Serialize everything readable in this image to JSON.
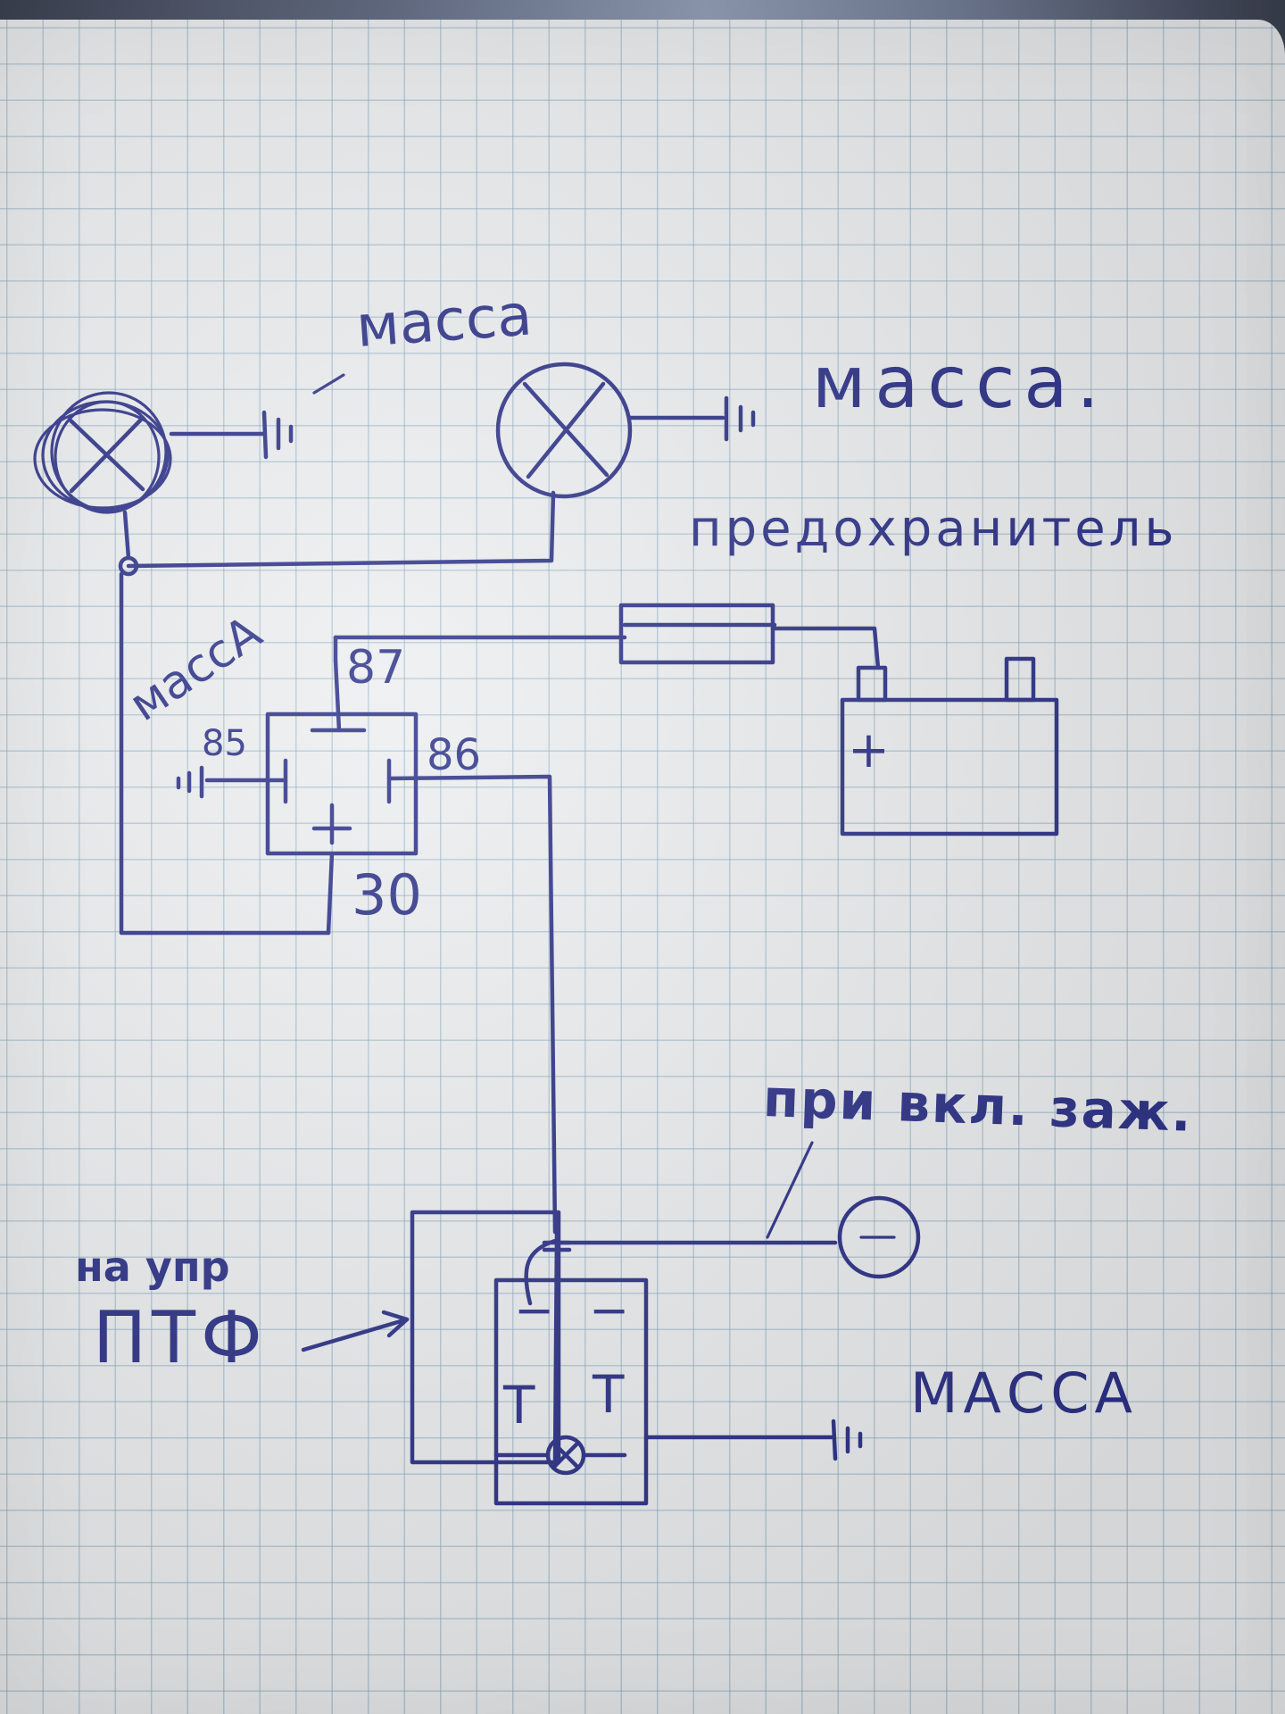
{
  "labels": {
    "ground_top_left": "масса",
    "ground_top_right": "масса.",
    "fuse": "предохранитель",
    "ground_relay": "массА",
    "pin_85": "85",
    "pin_86": "86",
    "pin_87": "87",
    "pin_30": "30",
    "battery_plus": "+",
    "ignition": "при вкл. заж.",
    "button_line1": "на упр",
    "button_line2": "ПТФ",
    "ground_bottom": "МАССА",
    "button_minus_left": "−",
    "button_minus_right": "−",
    "button_t_left": "T",
    "button_t_right": "T"
  },
  "colors": {
    "ink": "#2a2f86",
    "paper": "#eceef0",
    "grid": "#78a0b9"
  },
  "components": [
    {
      "type": "lamp",
      "name": "fog-lamp-left"
    },
    {
      "type": "lamp",
      "name": "fog-lamp-right"
    },
    {
      "type": "relay",
      "pins": [
        "85",
        "86",
        "87",
        "30"
      ]
    },
    {
      "type": "fuse",
      "label": "предохранитель"
    },
    {
      "type": "battery",
      "terminal": "+"
    },
    {
      "type": "switch",
      "label": "на упр ПТФ"
    },
    {
      "type": "ignition-terminal",
      "label": "при вкл. заж."
    }
  ]
}
